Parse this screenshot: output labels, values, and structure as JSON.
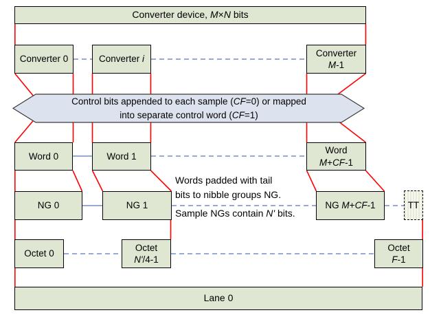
{
  "colors": {
    "box_fill": "#dfe7d3",
    "banner_fill": "#dce2ee",
    "red_lines": "#ff0000",
    "blue_lines": "#5a76ba",
    "border": "#000000"
  },
  "device": {
    "pre": "Converter device, ",
    "m": "M",
    "times": "×",
    "n": "N",
    "suf": " bits"
  },
  "converters": {
    "c0": "Converter 0",
    "ci_pre": "Converter ",
    "ci_i": "i",
    "cm_l1": "Converter",
    "cm_m": "M",
    "cm_suf": "-1"
  },
  "banner": {
    "l1_pre": "Control bits appended to each sample (",
    "l1_cf": "CF",
    "l1_suf": "=0) or mapped",
    "l2_pre": "into separate control word (",
    "l2_cf": "CF",
    "l2_suf": "=1)"
  },
  "words": {
    "w0": "Word 0",
    "w1": "Word 1",
    "wm_l1": "Word",
    "wm_m": "M",
    "wm_plus": "+",
    "wm_cf": "CF",
    "wm_suf": "-1"
  },
  "ngs": {
    "ng0": "NG 0",
    "ng1": "NG 1",
    "ngm_pre": "NG ",
    "ngm_m": "M",
    "ngm_plus": "+",
    "ngm_cf": "CF",
    "ngm_suf": "-1",
    "tt": "TT"
  },
  "note": {
    "line1": "Words padded with tail",
    "line2": "bits to nibble groups NG.",
    "line3_pre": "Sample NGs contain ",
    "line3_n": "N'",
    "line3_suf": " bits."
  },
  "octets": {
    "o0": "Octet 0",
    "on_l1": "Octet",
    "on_n": "N'",
    "on_suf": "/4-1",
    "of_l1": "Octet",
    "of_f": "F",
    "of_suf": "-1"
  },
  "lane": {
    "label": "Lane 0"
  }
}
